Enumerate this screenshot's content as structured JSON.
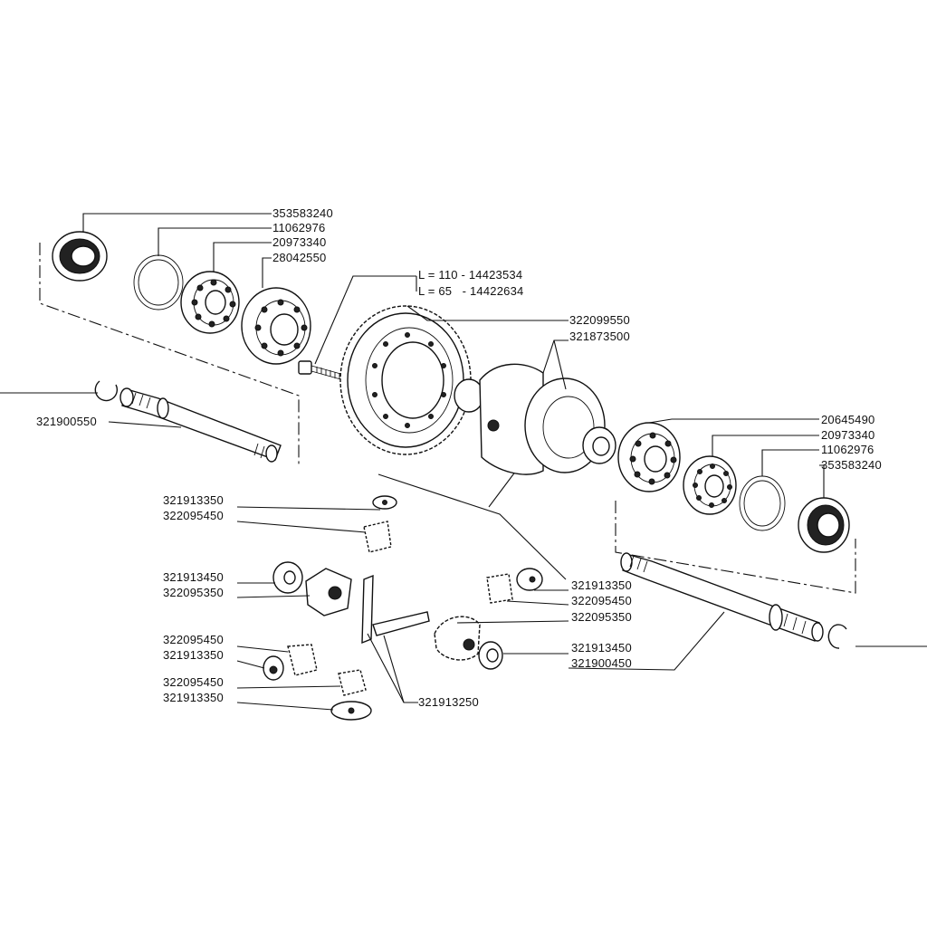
{
  "callouts": {
    "seal_left": "353583240",
    "circlip_left": "11062976",
    "bearing_left": "20973340",
    "bearing_left_outer": "28042550",
    "bolt_l110": "L = 110 - 14423534",
    "bolt_l65": "L = 65   - 14422634",
    "ring_gear": "322099550",
    "diff_case": "321873500",
    "shaft_left": "321900550",
    "bearing_right_outer": "20645490",
    "bearing_right": "20973340",
    "circlip_right": "11062976",
    "seal_right": "353583240",
    "washer_a1": "321913350",
    "gear_a1": "322095450",
    "washer_b1": "321913450",
    "gear_b1": "322095350",
    "gear_c1": "322095450",
    "washer_c1": "321913350",
    "gear_d1": "322095450",
    "washer_d1": "321913350",
    "washer_r1": "321913350",
    "gear_r1": "322095450",
    "gear_r2": "322095350",
    "washer_r2": "321913450",
    "shaft_right": "321900450",
    "pin": "321913250"
  }
}
